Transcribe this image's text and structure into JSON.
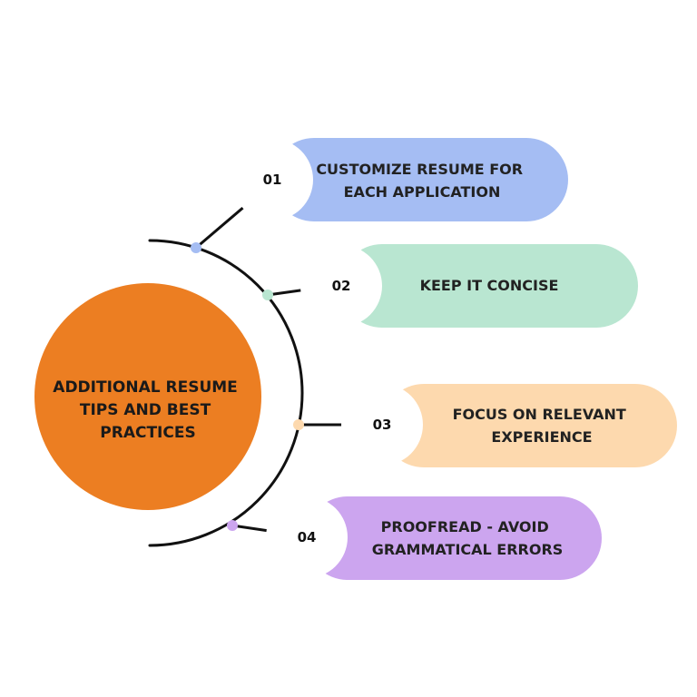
{
  "diagram": {
    "center": {
      "lines": [
        "ADDITIONAL RESUME",
        "TIPS AND BEST",
        "PRACTICES"
      ],
      "color": "#EC7E22"
    },
    "tips": [
      {
        "number": "01",
        "lines": [
          "CUSTOMIZE RESUME FOR",
          "EACH APPLICATION"
        ],
        "color": "#A5BDF3",
        "dot_color": "#A5BDF3"
      },
      {
        "number": "02",
        "lines": [
          "KEEP IT CONCISE"
        ],
        "color": "#B9E6D1",
        "dot_color": "#B9E6D1"
      },
      {
        "number": "03",
        "lines": [
          "FOCUS ON RELEVANT",
          "EXPERIENCE"
        ],
        "color": "#FDD9AE",
        "dot_color": "#FDD9AE"
      },
      {
        "number": "04",
        "lines": [
          "PROOFREAD - AVOID",
          "GRAMMATICAL ERRORS"
        ],
        "color": "#CCA5EF",
        "dot_color": "#CCA5EF"
      }
    ]
  }
}
